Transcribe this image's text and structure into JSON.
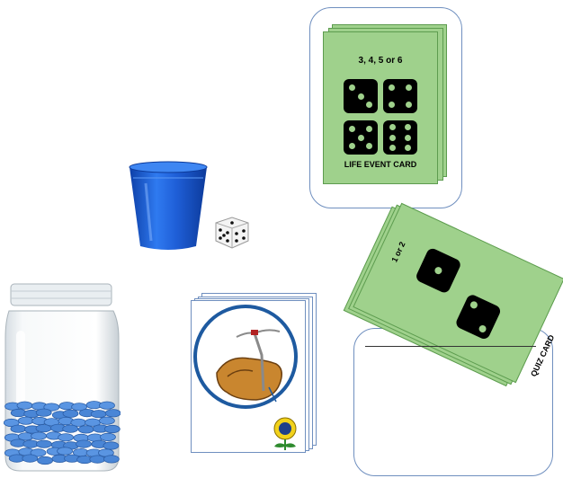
{
  "life_event_card": {
    "dice_label": "3, 4, 5 or 6",
    "name": "LIFE EVENT CARD",
    "dice_faces": [
      3,
      4,
      5,
      6
    ]
  },
  "quiz_card": {
    "dice_label": "1 or 2",
    "name": "QUIZ CARD",
    "dice_faces": [
      1,
      2
    ]
  },
  "colors": {
    "card_green": "#9fd18c",
    "frame_blue": "#6f8fbf",
    "cup_blue": "#1f5fd8",
    "counter_blue": "#4a86d6"
  },
  "icons": {
    "cup": "plastic-cup-icon",
    "die": "die-icon",
    "jar": "counter-jar-icon",
    "picture_card": "picture-card-icon"
  }
}
